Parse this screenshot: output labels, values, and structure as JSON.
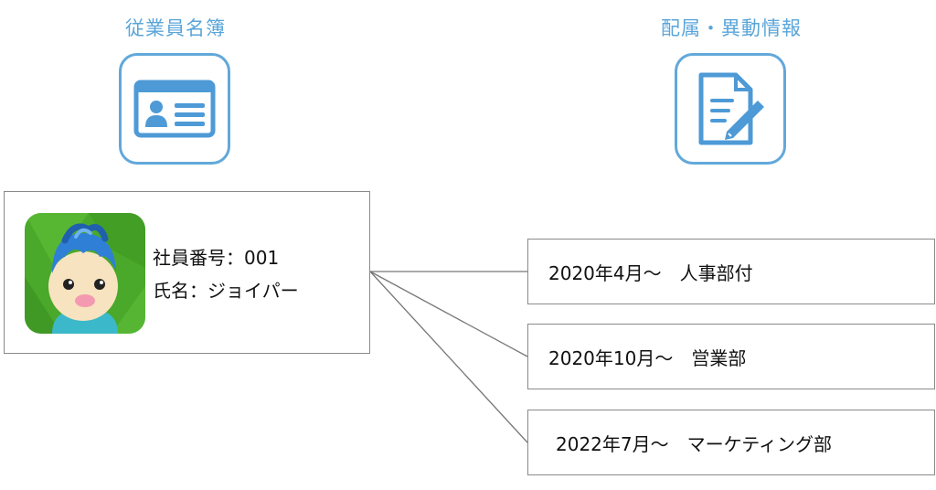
{
  "employee_registry": {
    "title": "従業員名簿",
    "icon": "id-card-icon",
    "employee_number_line": "社員番号：001",
    "name_line": "氏名：ジョイパー",
    "avatar_icon": "cartoon-avatar-icon"
  },
  "assignment_history": {
    "title": "配属・異動情報",
    "icon": "document-edit-icon",
    "entries": [
      {
        "text": "2020年4月～　人事部付"
      },
      {
        "text": "2020年10月～　営業部"
      },
      {
        "text": "2022年7月～　マーケティング部"
      }
    ]
  },
  "colors": {
    "accent": "#5aa5d9",
    "tile_border": "#62a8da",
    "box_border": "#8a8a8a",
    "connector": "#777777",
    "avatar_bg": "#4aa82a"
  }
}
